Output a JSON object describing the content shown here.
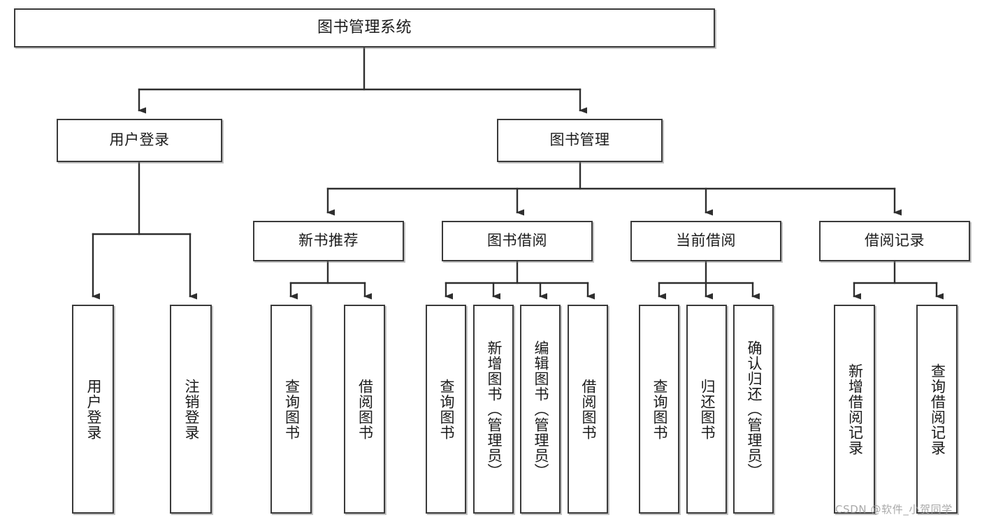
{
  "diagram": {
    "title": "图书管理系统",
    "type": "tree-hierarchy-chart",
    "colors": {
      "box_border": "#3a3a3a",
      "box_fill": "#ffffff",
      "line": "#2e2e2e",
      "text": "#1b1b1b",
      "watermark": "#9a9a9a"
    },
    "nodes": {
      "root": {
        "label": "图书管理系统"
      },
      "level1": [
        {
          "label": "用户登录"
        },
        {
          "label": "图书管理"
        }
      ],
      "level2": [
        {
          "label": "新书推荐"
        },
        {
          "label": "图书借阅"
        },
        {
          "label": "当前借阅"
        },
        {
          "label": "借阅记录"
        }
      ],
      "leaves": {
        "user_login": [
          {
            "label": "用户登录"
          },
          {
            "label": "注销登录"
          }
        ],
        "new_book_recommend": [
          {
            "label": "查询图书"
          },
          {
            "label": "借阅图书"
          }
        ],
        "book_borrow": [
          {
            "label": "查询图书"
          },
          {
            "label": "新增图书（管理员）"
          },
          {
            "label": "编辑图书（管理员）"
          },
          {
            "label": "借阅图书"
          }
        ],
        "current_borrow": [
          {
            "label": "查询图书"
          },
          {
            "label": "归还图书"
          },
          {
            "label": "确认归还（管理员）"
          }
        ],
        "borrow_record": [
          {
            "label": "新增借阅记录"
          },
          {
            "label": "查询借阅记录"
          }
        ]
      }
    },
    "watermark": "CSDN @软件_小贺同学"
  }
}
